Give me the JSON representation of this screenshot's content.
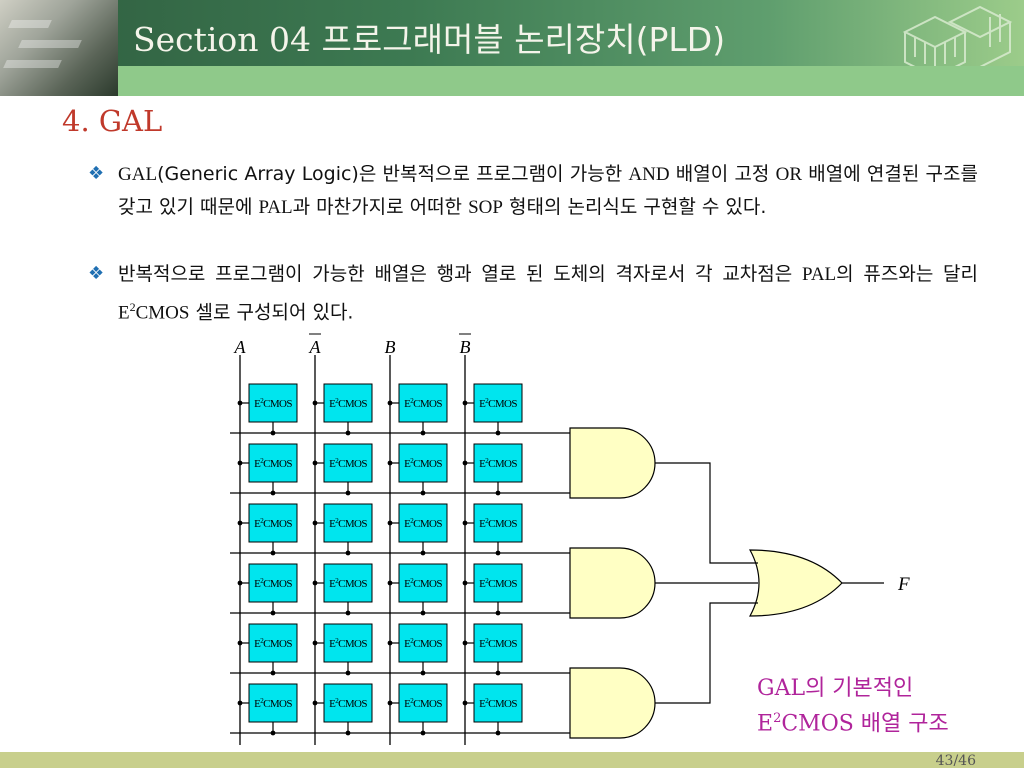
{
  "header": {
    "section_label": "Section 04",
    "title": "프로그래머블 논리장치(PLD)"
  },
  "heading": "4. GAL",
  "bullets": [
    {
      "marker": "❖",
      "segments": [
        {
          "t": "GAL",
          "serif": true
        },
        {
          "t": "(Generic Array Logic)은 반복적으로 프로그램이 가능한 "
        },
        {
          "t": "AND",
          "serif": true
        },
        {
          "t": " 배열이 고정 "
        },
        {
          "t": "OR",
          "serif": true
        },
        {
          "t": " 배열에 연결된 구조를 갖고 있기 때문에 "
        },
        {
          "t": "PAL",
          "serif": true
        },
        {
          "t": "과 마찬가지로 어떠한 "
        },
        {
          "t": "SOP",
          "serif": true
        },
        {
          "t": " 형태의 논리식도 구현할 수 있다."
        }
      ]
    },
    {
      "marker": "❖",
      "segments": [
        {
          "t": "반복적으로 프로그램이 가능한 배열은 행과 열로 된 도체의 격자로서 각 교차점은 "
        },
        {
          "t": "PAL",
          "serif": true
        },
        {
          "t": "의 퓨즈와는 달리 "
        },
        {
          "t": "E",
          "serif": true
        },
        {
          "t": "2",
          "serif": true,
          "sup": true
        },
        {
          "t": "CMOS",
          "serif": true
        },
        {
          "t": " 셀로 구성되어 있다."
        }
      ]
    }
  ],
  "diagram": {
    "inputs": [
      "A",
      "A",
      "B",
      "B"
    ],
    "inverted": [
      false,
      true,
      false,
      true
    ],
    "cell_label_prefix": "E",
    "cell_label_sup": "2",
    "cell_label_suffix": "CMOS",
    "rows": 6,
    "cols": 4,
    "output": "F",
    "colors": {
      "cell_fill": "#00e5ee",
      "gate_fill": "#ffffc4",
      "line": "#000000"
    }
  },
  "caption": {
    "line1": "GAL의 기본적인",
    "line2_prefix": "E",
    "line2_sup": "2",
    "line2_suffix": "CMOS 배열 구조"
  },
  "footer": {
    "page": "43/46"
  }
}
